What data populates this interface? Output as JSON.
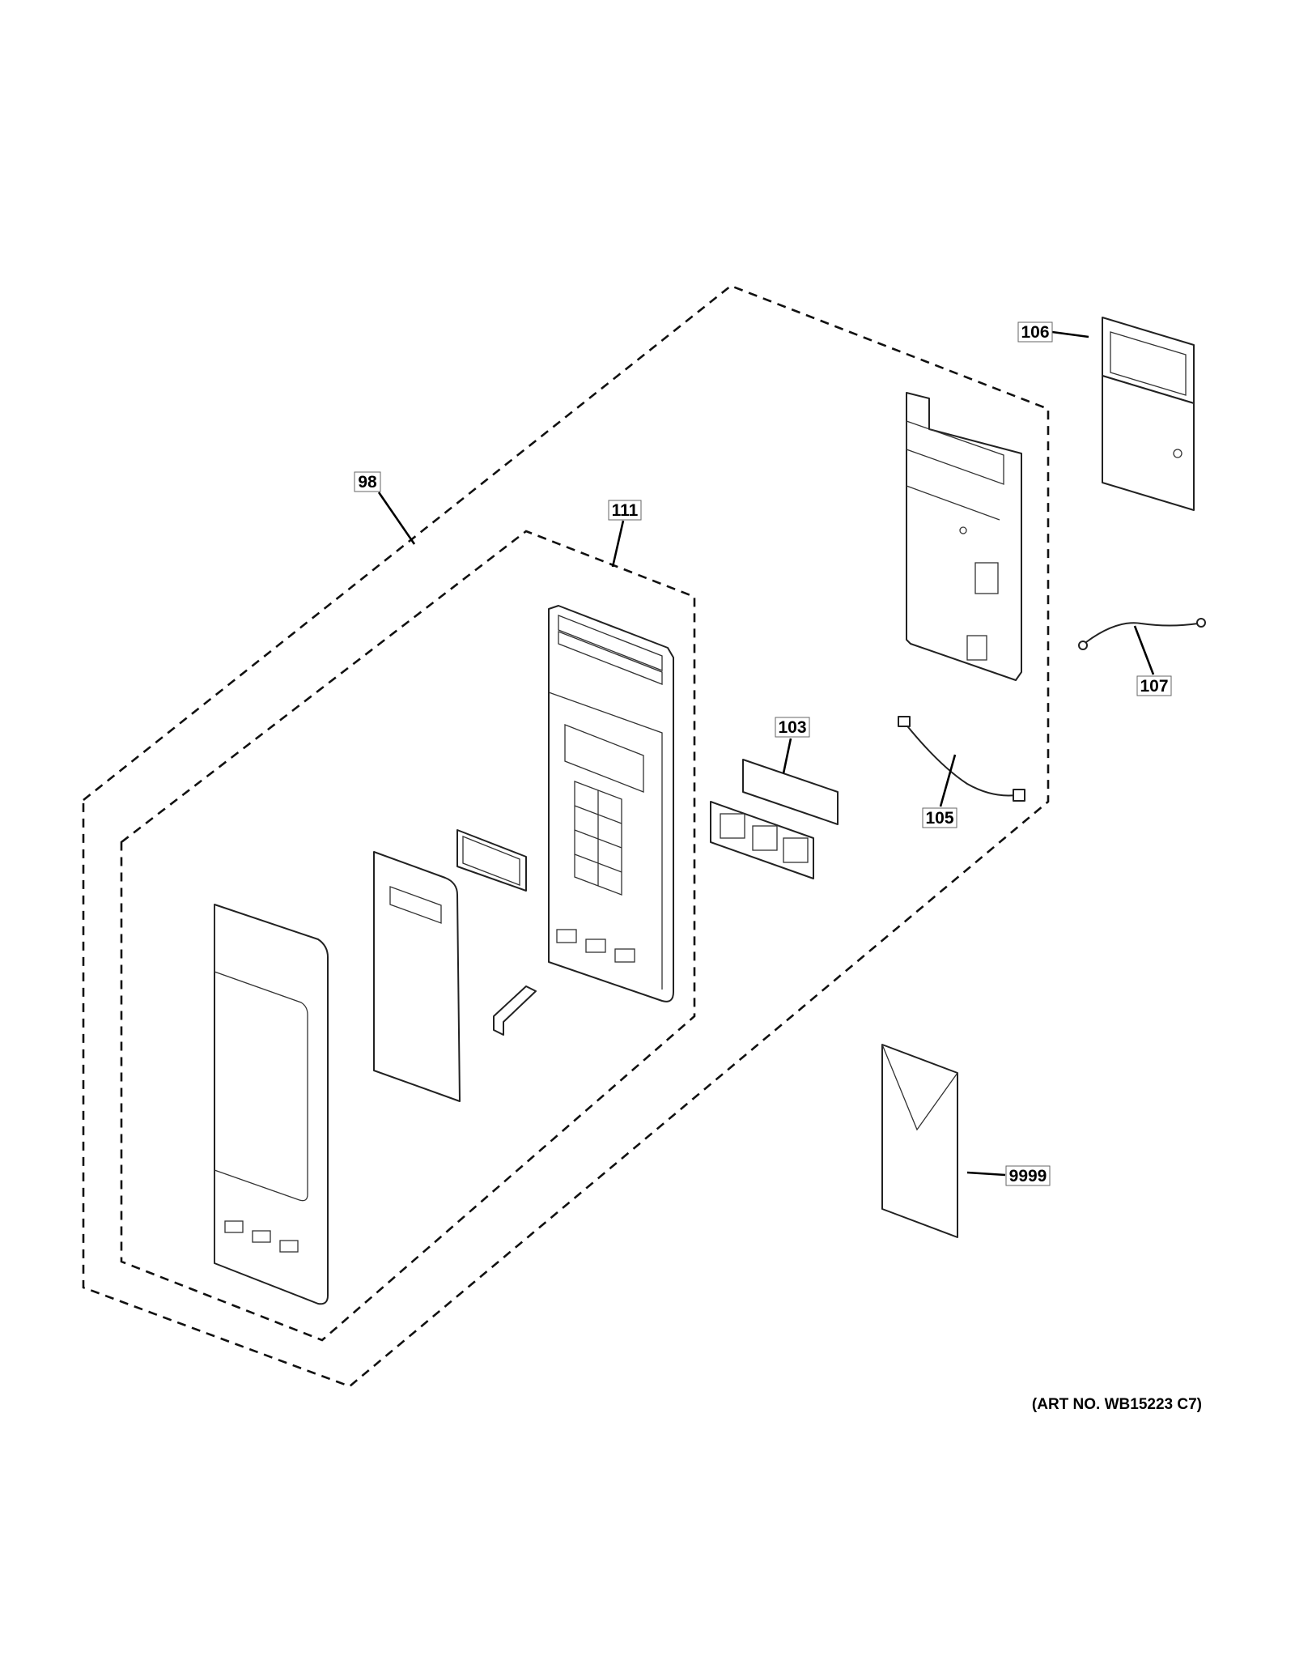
{
  "callouts": [
    {
      "id": "98",
      "label": "98"
    },
    {
      "id": "111",
      "label": "111"
    },
    {
      "id": "106",
      "label": "106"
    },
    {
      "id": "107",
      "label": "107"
    },
    {
      "id": "103",
      "label": "103"
    },
    {
      "id": "105",
      "label": "105"
    },
    {
      "id": "9999",
      "label": "9999"
    }
  ],
  "art_number": "(ART NO. WB15223 C7)"
}
